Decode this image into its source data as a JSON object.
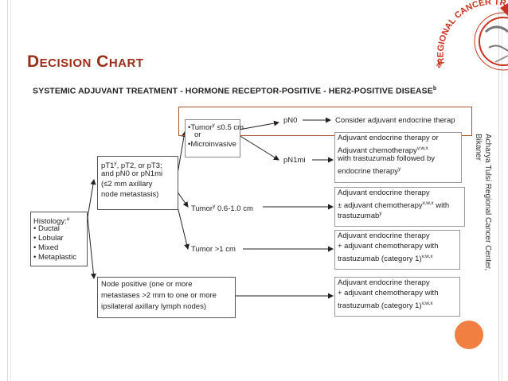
{
  "slide": {
    "title": "Decision Chart",
    "side_caption_line1": "Acharya Tulsi Regional Cancer Center,",
    "side_caption_line2": "Bikaner",
    "logo_text": "REGIONAL CANCER TREA",
    "logo_prefix": "al"
  },
  "chart": {
    "heading": "SYSTEMIC ADJUVANT TREATMENT - HORMONE RECEPTOR-POSITIVE - HER2-POSITIVE DISEASE",
    "heading_sup": "b",
    "histology": {
      "label": "Histology:",
      "label_sup": "u",
      "items": [
        "Ductal",
        "Lobular",
        "Mixed",
        "Metaplastic"
      ]
    },
    "pt_group": {
      "line1": "pT1",
      "line1_sup": "y",
      "line1_rest": ", pT2, or pT3;",
      "line2": "and pN0 or pN1mi",
      "line3": "(≤2 mm axillary",
      "line4": "node metastasis)"
    },
    "node_positive": {
      "line1": "Node positive (one or more",
      "line2": "metastases >2 mm to one or more",
      "line3": "ipsilateral axillary lymph nodes)"
    },
    "tumor_small": {
      "line1": "Tumor",
      "line1_sup": "y",
      "line1_rest": " ≤0.5 cm",
      "line2": "or",
      "line3": "Microinvasive"
    },
    "tumor_mid": {
      "text": "Tumor",
      "sup": "y",
      "rest": " 0.6-1.0 cm"
    },
    "tumor_large": {
      "text": "Tumor >1 cm"
    },
    "pn0": "pN0",
    "pn1mi": "pN1mi",
    "outcomes": {
      "pn0": "Consider adjuvant endocrine therap",
      "pn1mi": {
        "line1": "Adjuvant endocrine therapy or",
        "line2": "Adjuvant chemotherapy",
        "line2_sup": "v,w,x",
        "line3": "with trastuzumab followed by",
        "line4": "endocrine therapy",
        "line4_sup": "y"
      },
      "mid": {
        "line1": "Adjuvant endocrine therapy",
        "line2": "± adjuvant chemotherapy",
        "line2_sup": "v,w,x",
        "line2_rest": " with",
        "line3": "trastuzumab",
        "line3_sup": "y"
      },
      "large": {
        "line1": "Adjuvant endocrine therapy",
        "line2": "+ adjuvant chemotherapy with",
        "line3": "trastuzumab (category 1)",
        "line3_sup": "v,w,x"
      },
      "node_pos": {
        "line1": "Adjuvant endocrine therapy",
        "line2": "+ adjuvant chemotherapy with",
        "line3": "trastuzumab (category 1)",
        "line3_sup": "v,w,x"
      }
    }
  },
  "colors": {
    "title": "#9b2e1a",
    "highlight_border": "#a8552b",
    "dot": "#f07f41",
    "logo_red": "#c8321e"
  }
}
